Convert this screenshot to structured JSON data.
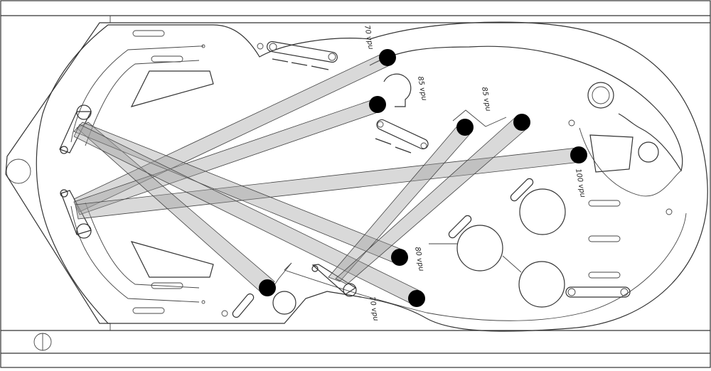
{
  "diagram": {
    "view": "pinball playfield top view",
    "stroke_color": "#333333",
    "lane_color": "#9a9a9a",
    "target_color": "#000000",
    "labels": [
      {
        "id": "l1",
        "text": "70 vpu"
      },
      {
        "id": "l2",
        "text": "85 vpu"
      },
      {
        "id": "l3",
        "text": "85 vpu"
      },
      {
        "id": "l4",
        "text": "100 vpu"
      },
      {
        "id": "l5",
        "text": "80 vpu"
      },
      {
        "id": "l6",
        "text": "70 vpu"
      }
    ],
    "shots": [
      {
        "id": "s1",
        "from": "lower-left flipper",
        "to": "upper target 70 vpu"
      },
      {
        "id": "s2",
        "from": "lower-left flipper",
        "to": "target 85 vpu (left)"
      },
      {
        "id": "s3",
        "from": "lower-left flipper",
        "to": "target 100 vpu"
      },
      {
        "id": "s4",
        "from": "upper-left flipper",
        "to": "lower target"
      },
      {
        "id": "s5",
        "from": "upper-left flipper",
        "to": "target 80 vpu"
      },
      {
        "id": "s6",
        "from": "upper-left flipper",
        "to": "lower target 70 vpu"
      },
      {
        "id": "s7",
        "from": "center flipper",
        "to": "target 85 vpu (right)"
      },
      {
        "id": "s8",
        "from": "center flipper",
        "to": "right target"
      }
    ]
  }
}
